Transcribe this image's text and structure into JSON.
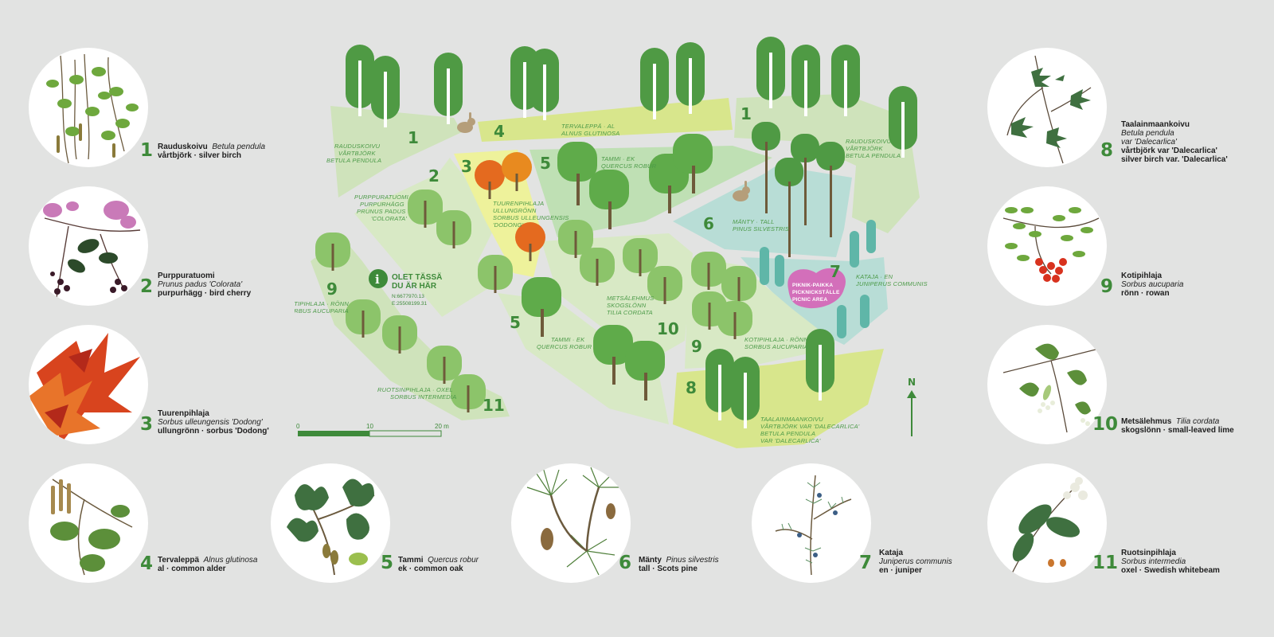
{
  "colors": {
    "green_dark": "#3e8a3a",
    "green_light": "#d8e9c5",
    "teal": "#b8ddd6",
    "yellow": "#eef29b",
    "picnic": "#d36fba",
    "background": "#e2e3e2"
  },
  "species": [
    {
      "num": "1",
      "name": "Rauduskoivu",
      "latin": "Betula pendula",
      "common": "vårtbjörk · silver birch",
      "icon": "birch-branch-illustration"
    },
    {
      "num": "2",
      "name": "Purppuratuomi",
      "latin": "Prunus padus 'Colorata'",
      "common": "purpurhägg · bird cherry",
      "icon": "bird-cherry-illustration"
    },
    {
      "num": "3",
      "name": "Tuurenpihlaja",
      "latin": "Sorbus ulleungensis 'Dodong'",
      "common": "ullungrönn · sorbus 'Dodong'",
      "icon": "sorbus-dodong-illustration"
    },
    {
      "num": "4",
      "name": "Tervaleppä",
      "latin": "Alnus glutinosa",
      "common": "al · common alder",
      "icon": "alder-illustration"
    },
    {
      "num": "5",
      "name": "Tammi",
      "latin": "Quercus robur",
      "common": "ek · common oak",
      "icon": "oak-illustration"
    },
    {
      "num": "6",
      "name": "Mänty",
      "latin": "Pinus silvestris",
      "common": "tall · Scots pine",
      "icon": "pine-illustration"
    },
    {
      "num": "7",
      "name": "Kataja",
      "latin": "Juniperus communis",
      "common": "en · juniper",
      "icon": "juniper-illustration"
    },
    {
      "num": "8",
      "name": "Taalainmaankoivu",
      "latin1": "Betula pendula",
      "latin2": "var 'Dalecarlica'",
      "common1": "vårtbjörk var 'Dalecarlica'",
      "common2": "silver birch var. 'Dalecarlica'",
      "icon": "dalecarlica-birch-illustration"
    },
    {
      "num": "9",
      "name": "Kotipihlaja",
      "latin": "Sorbus aucuparia",
      "common": "rönn · rowan",
      "icon": "rowan-illustration"
    },
    {
      "num": "10",
      "name": "Metsälehmus",
      "latin": "Tilia cordata",
      "common": "skogslönn · small-leaved lime",
      "icon": "lime-tree-illustration"
    },
    {
      "num": "11",
      "name": "Ruotsinpihlaja",
      "latin": "Sorbus intermedia",
      "common": "oxel · Swedish whitebeam",
      "icon": "whitebeam-illustration"
    }
  ],
  "map": {
    "area_numbers": [
      "1",
      "2",
      "3",
      "4",
      "5",
      "5",
      "6",
      "7",
      "8",
      "9",
      "9",
      "10",
      "11",
      "1"
    ],
    "labels": {
      "birch_left": [
        "RAUDUSKOIVU",
        "VÅRTBJÖRK",
        "BETULA PENDULA"
      ],
      "alder": [
        "TERVALEPPÄ · AL",
        "ALNUS GLUTINOSA"
      ],
      "birch_right": [
        "RAUDUSKOIVU",
        "VÅRTBJÖRK",
        "BETULA PENDULA"
      ],
      "bird_cherry": [
        "PURPPURATUOMI",
        "PURPURHÄGG",
        "PRUNUS PADUS",
        "'COLORATA'"
      ],
      "sorbus3": [
        "TUURENPIHLAJA",
        "ULLUNGRÖNN",
        "SORBUS ULLEUNGENSIS",
        "'DODONG'"
      ],
      "oak_top": [
        "TAMMI · EK",
        "QUERCUS ROBUR"
      ],
      "pine": [
        "MÄNTY · TALL",
        "PINUS SILVESTRIS"
      ],
      "juniper": [
        "KATAJA · EN",
        "JUNIPERUS COMMUNIS"
      ],
      "rowan_left": [
        "KOTIPIHLAJA · RÖNN",
        "SORBUS AUCUPARIA"
      ],
      "lime": [
        "METSÄLEHMUS",
        "SKOGSLÖNN",
        "TILIA CORDATA"
      ],
      "oak_bottom": [
        "TAMMI · EK",
        "QUERCUS ROBUR"
      ],
      "rowan_right": [
        "KOTIPIHLAJA · RÖNN",
        "SORBUS AUCUPARIA"
      ],
      "whitebeam": [
        "RUOTSINPIHLAJA · OXEL",
        "SORBUS INTERMEDIA"
      ],
      "dalecarlica": [
        "TAALAINMAANKOIVU",
        "VÅRTBJÖRK VAR 'DALECARLICA'",
        "BETULA PENDULA",
        "VAR 'DALECARLICA'"
      ]
    },
    "picnic": [
      "PIKNIK-PAIKKA",
      "PICKNICKSTÄLLE",
      "PICNIC AREA"
    ],
    "you_are_here": [
      "OLET TÄSSÄ",
      "DU ÄR HÄR"
    ],
    "coords": [
      "N:6677970.13",
      "E:25508199.31"
    ],
    "info_icon": "i",
    "north": "N",
    "scale": [
      "0",
      "10",
      "20 m"
    ]
  }
}
